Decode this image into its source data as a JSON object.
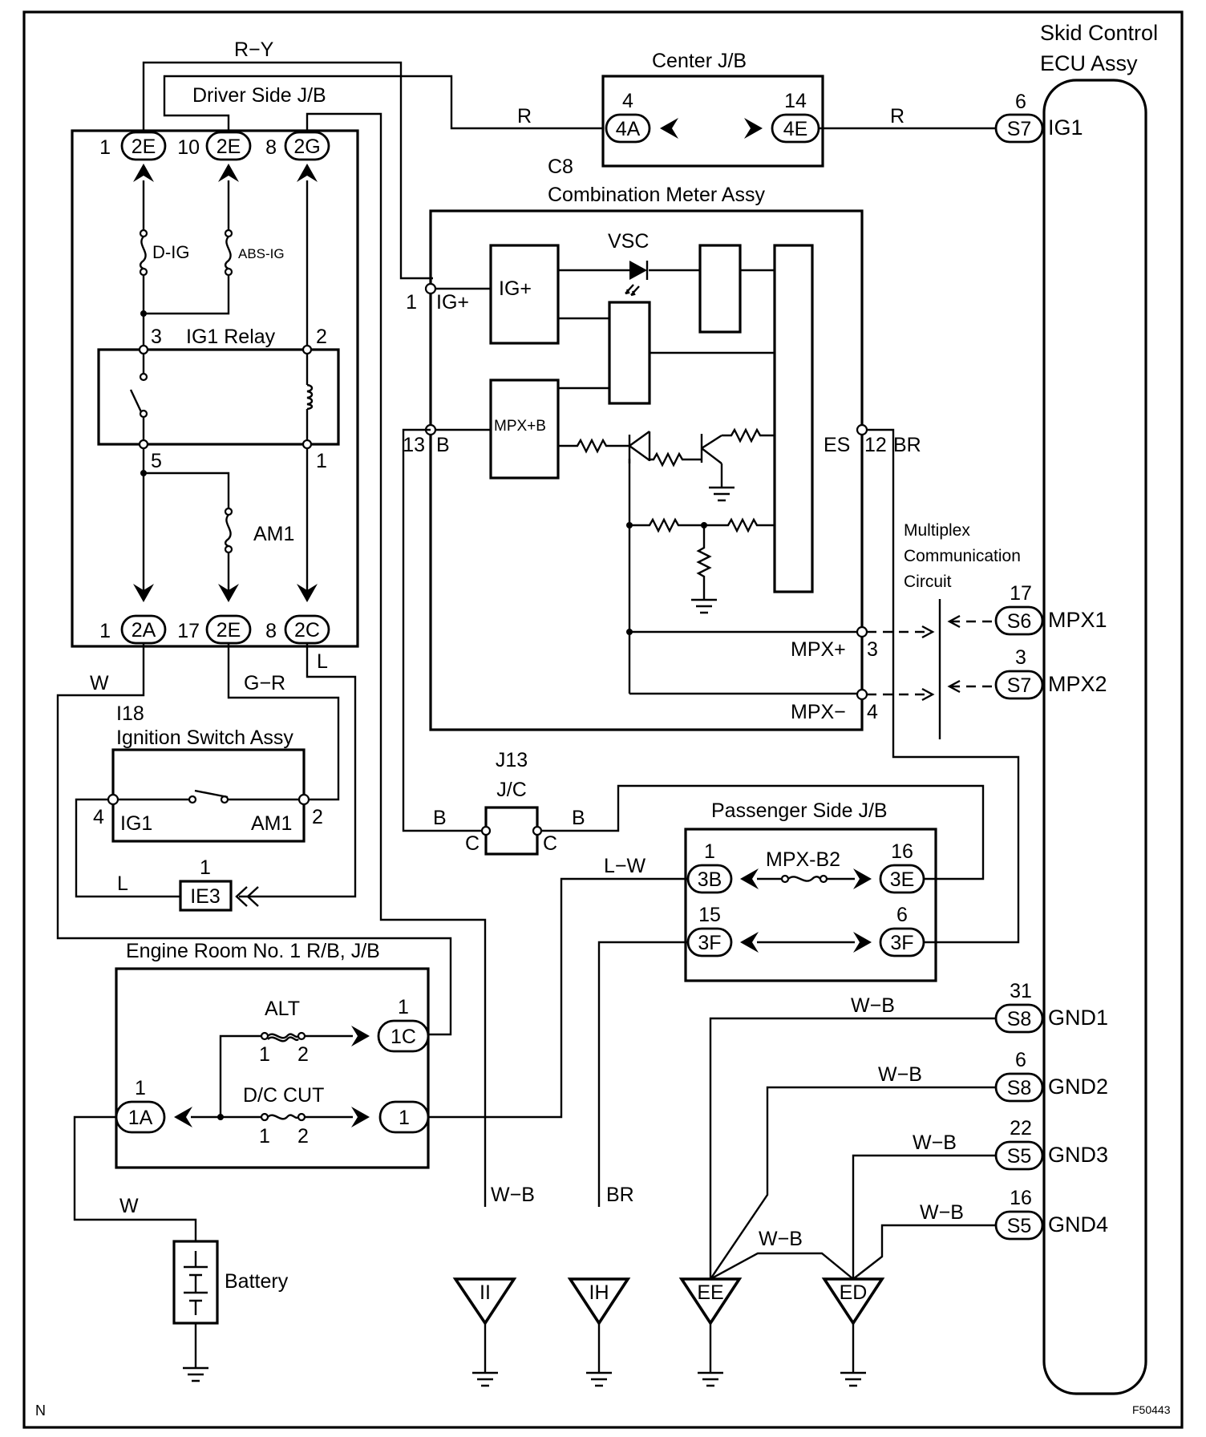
{
  "components": {
    "driver_jb": "Driver Side J/B",
    "center_jb": "Center J/B",
    "skid_ecu": [
      "Skid Control",
      "ECU Assy"
    ],
    "meter": {
      "code": "C8",
      "name": "Combination Meter Assy"
    },
    "relay": "IG1 Relay",
    "ign_switch": {
      "code": "I18",
      "name": "Ignition Switch Assy"
    },
    "jc": {
      "code": "J13",
      "name": "J/C"
    },
    "passenger_jb": "Passenger Side J/B",
    "engine_rb": "Engine Room No. 1 R/B, J/B",
    "battery": "Battery",
    "multiplex": [
      "Multiplex",
      "Communication",
      "Circuit"
    ]
  },
  "fuses": {
    "d_ig": "D-IG",
    "abs_ig": "ABS-IG",
    "am1": "AM1",
    "alt": "ALT",
    "dc_cut": "D/C CUT",
    "mpx_b2": "MPX-B2"
  },
  "connectors": {
    "c2e_1": "2E",
    "c2e_10": "2E",
    "c2g": "2G",
    "c2a": "2A",
    "c2e_17": "2E",
    "c2c": "2C",
    "c4a": "4A",
    "c4e": "4E",
    "s7_ig1": "S7",
    "s6": "S6",
    "s7_mpx2": "S7",
    "s8_gnd1": "S8",
    "s8_gnd2": "S8",
    "s5_gnd3": "S5",
    "s5_gnd4": "S5",
    "c3b": "3B",
    "c3e": "3E",
    "c3f_15": "3F",
    "c3f_6": "3F",
    "c1c": "1C",
    "c1a": "1A",
    "c1": "1",
    "ie3": "IE3"
  },
  "pins": {
    "p1": "1",
    "p10": "10",
    "p8a": "8",
    "p1b": "1",
    "p17": "17",
    "p8b": "8",
    "r3": "3",
    "r2": "2",
    "r5": "5",
    "r1": "1",
    "cj4": "4",
    "cj14": "14",
    "e6": "6",
    "e17": "17",
    "e3": "3",
    "e31": "31",
    "e6b": "6",
    "e22": "22",
    "e16": "16",
    "m1": "1",
    "m13": "13",
    "m12": "12",
    "m3": "3",
    "m4": "4",
    "s4": "4",
    "s2": "2",
    "ie1": "1",
    "pj1": "1",
    "pj16": "16",
    "pj15": "15",
    "pj6": "6",
    "er1c": "1",
    "er1a": "1",
    "alt1": "1",
    "alt2": "2",
    "dc1": "1",
    "dc2": "2"
  },
  "terminals": {
    "ig1": "IG1",
    "mpx1": "MPX1",
    "mpx2": "MPX2",
    "gnd1": "GND1",
    "gnd2": "GND2",
    "gnd3": "GND3",
    "gnd4": "GND4",
    "m_igp": "IG+",
    "m_b": "B",
    "m_es": "ES",
    "m_br": "BR",
    "m_mpxp": "MPX+",
    "m_mpxm": "MPX−",
    "blk_ig": "IG+",
    "blk_mpx": "MPX+B",
    "vsc": "VSC",
    "sw_ig1": "IG1",
    "sw_am1": "AM1",
    "jc_c1": "C",
    "jc_c2": "C"
  },
  "wires": {
    "ry": "R−Y",
    "r1": "R",
    "r2": "R",
    "w1": "W",
    "gr": "G−R",
    "l1": "L",
    "l2": "L",
    "b1": "B",
    "b2": "B",
    "lw": "L−W",
    "wb1": "W−B",
    "wb2": "W−B",
    "wb3": "W−B",
    "wb4": "W−B",
    "wb5": "W−B",
    "wb6": "W−B",
    "br": "BR",
    "w2": "W"
  },
  "grounds": {
    "ii": "II",
    "ih": "IH",
    "ee": "EE",
    "ed": "ED"
  },
  "footer": {
    "corner": "N",
    "code": "F50443"
  }
}
